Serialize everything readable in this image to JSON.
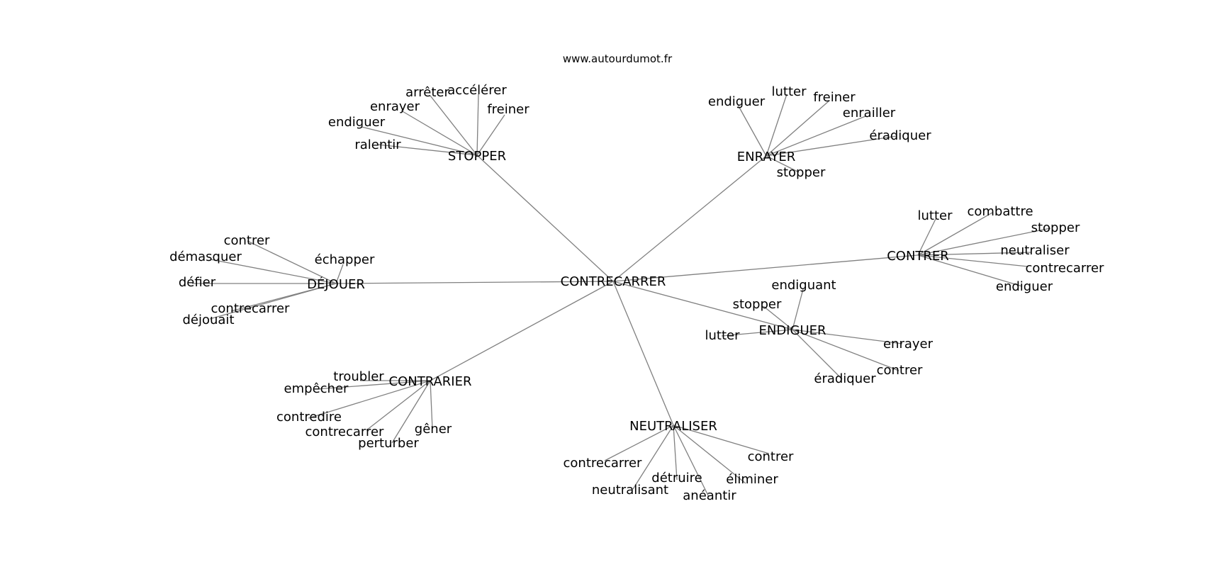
{
  "credit": "www.autourdumot.fr",
  "edge_color": "#808080",
  "text_color": "#000000",
  "center": {
    "label": "CONTRECARRER"
  },
  "hubs": [
    {
      "label": "STOPPER",
      "leaves": [
        "arrêter",
        "accélérer",
        "enrayer",
        "freiner",
        "endiguer",
        "ralentir"
      ]
    },
    {
      "label": "ENRAYER",
      "leaves": [
        "endiguer",
        "lutter",
        "freiner",
        "enrailler",
        "éradiquer",
        "stopper"
      ]
    },
    {
      "label": "CONTRER",
      "leaves": [
        "lutter",
        "combattre",
        "stopper",
        "neutraliser",
        "contrecarrer",
        "endiguer"
      ]
    },
    {
      "label": "ENDIGUER",
      "leaves": [
        "endiguant",
        "stopper",
        "lutter",
        "enrayer",
        "contrer",
        "éradiquer"
      ]
    },
    {
      "label": "NEUTRALISER",
      "leaves": [
        "contrer",
        "contrecarrer",
        "détruire",
        "éliminer",
        "neutralisant",
        "anéantir"
      ]
    },
    {
      "label": "CONTRARIER",
      "leaves": [
        "troubler",
        "empêcher",
        "contredire",
        "contrecarrer",
        "gêner",
        "perturber"
      ]
    },
    {
      "label": "DÉJOUER",
      "leaves": [
        "contrer",
        "démasquer",
        "échapper",
        "défier",
        "contrecarrer",
        "déjouait"
      ]
    }
  ]
}
